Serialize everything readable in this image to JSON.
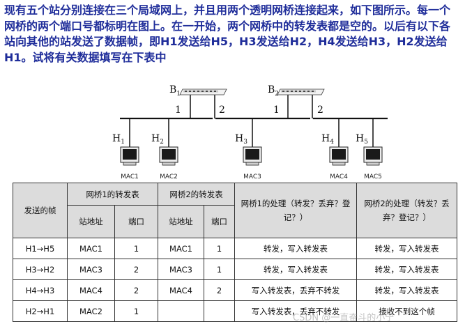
{
  "question": "现有五个站分别连接在三个局域网上，并且用两个透明网桥连接起来，如下图所示。每一个网桥的两个端口号都标明在图上。在一开始，两个网桥中的转发表都是空的。以后有以下各站向其他的站发送了数据帧，即H1发送给H5，H3发送给H2，H4发送给H3，H2发送给H1。试将有关数据填写在下表中",
  "diagram": {
    "bridges": [
      {
        "letter": "B",
        "sub": "1",
        "port_left": "1",
        "port_right": "2"
      },
      {
        "letter": "B",
        "sub": "2",
        "port_left": "1",
        "port_right": "2"
      }
    ],
    "hosts": [
      {
        "letter": "H",
        "sub": "1",
        "mac": "MAC1"
      },
      {
        "letter": "H",
        "sub": "2",
        "mac": "MAC2"
      },
      {
        "letter": "H",
        "sub": "3",
        "mac": "MAC3"
      },
      {
        "letter": "H",
        "sub": "4",
        "mac": "MAC4"
      },
      {
        "letter": "H",
        "sub": "5",
        "mac": "MAC5"
      }
    ]
  },
  "table": {
    "header": {
      "frame": "发送的帧",
      "bridge1_table": "网桥1的转发表",
      "bridge2_table": "网桥2的转发表",
      "bridge1_process": "网桥1的处理（转发？丢弃？登记？）",
      "bridge2_process": "网桥2的处理（转发？丢弃？登记？）",
      "station_addr": "站地址",
      "port": "端口"
    },
    "rows": [
      {
        "frame": "H1→H5",
        "b1_addr": "MAC1",
        "b1_port": "1",
        "b2_addr": "MAC1",
        "b2_port": "1",
        "b1_action": "转发，写入转发表",
        "b2_action": "转发，写入转发表"
      },
      {
        "frame": "H3→H2",
        "b1_addr": "MAC3",
        "b1_port": "2",
        "b2_addr": "MAC3",
        "b2_port": "1",
        "b1_action": "转发，写入转发表",
        "b2_action": "转发，写入转发表"
      },
      {
        "frame": "H4→H3",
        "b1_addr": "MAC4",
        "b1_port": "2",
        "b2_addr": "MAC4",
        "b2_port": "2",
        "b1_action": "写入转发表，丢弃不转发",
        "b2_action": "转发，写入转发表"
      },
      {
        "frame": "H2→H1",
        "b1_addr": "MAC2",
        "b1_port": "1",
        "b2_addr": "",
        "b2_port": "",
        "b1_action": "写入转发表，丢弃不转发",
        "b2_action": "接收不到这个帧"
      }
    ]
  },
  "watermark": "CSDN @一直奋斗的小宁"
}
